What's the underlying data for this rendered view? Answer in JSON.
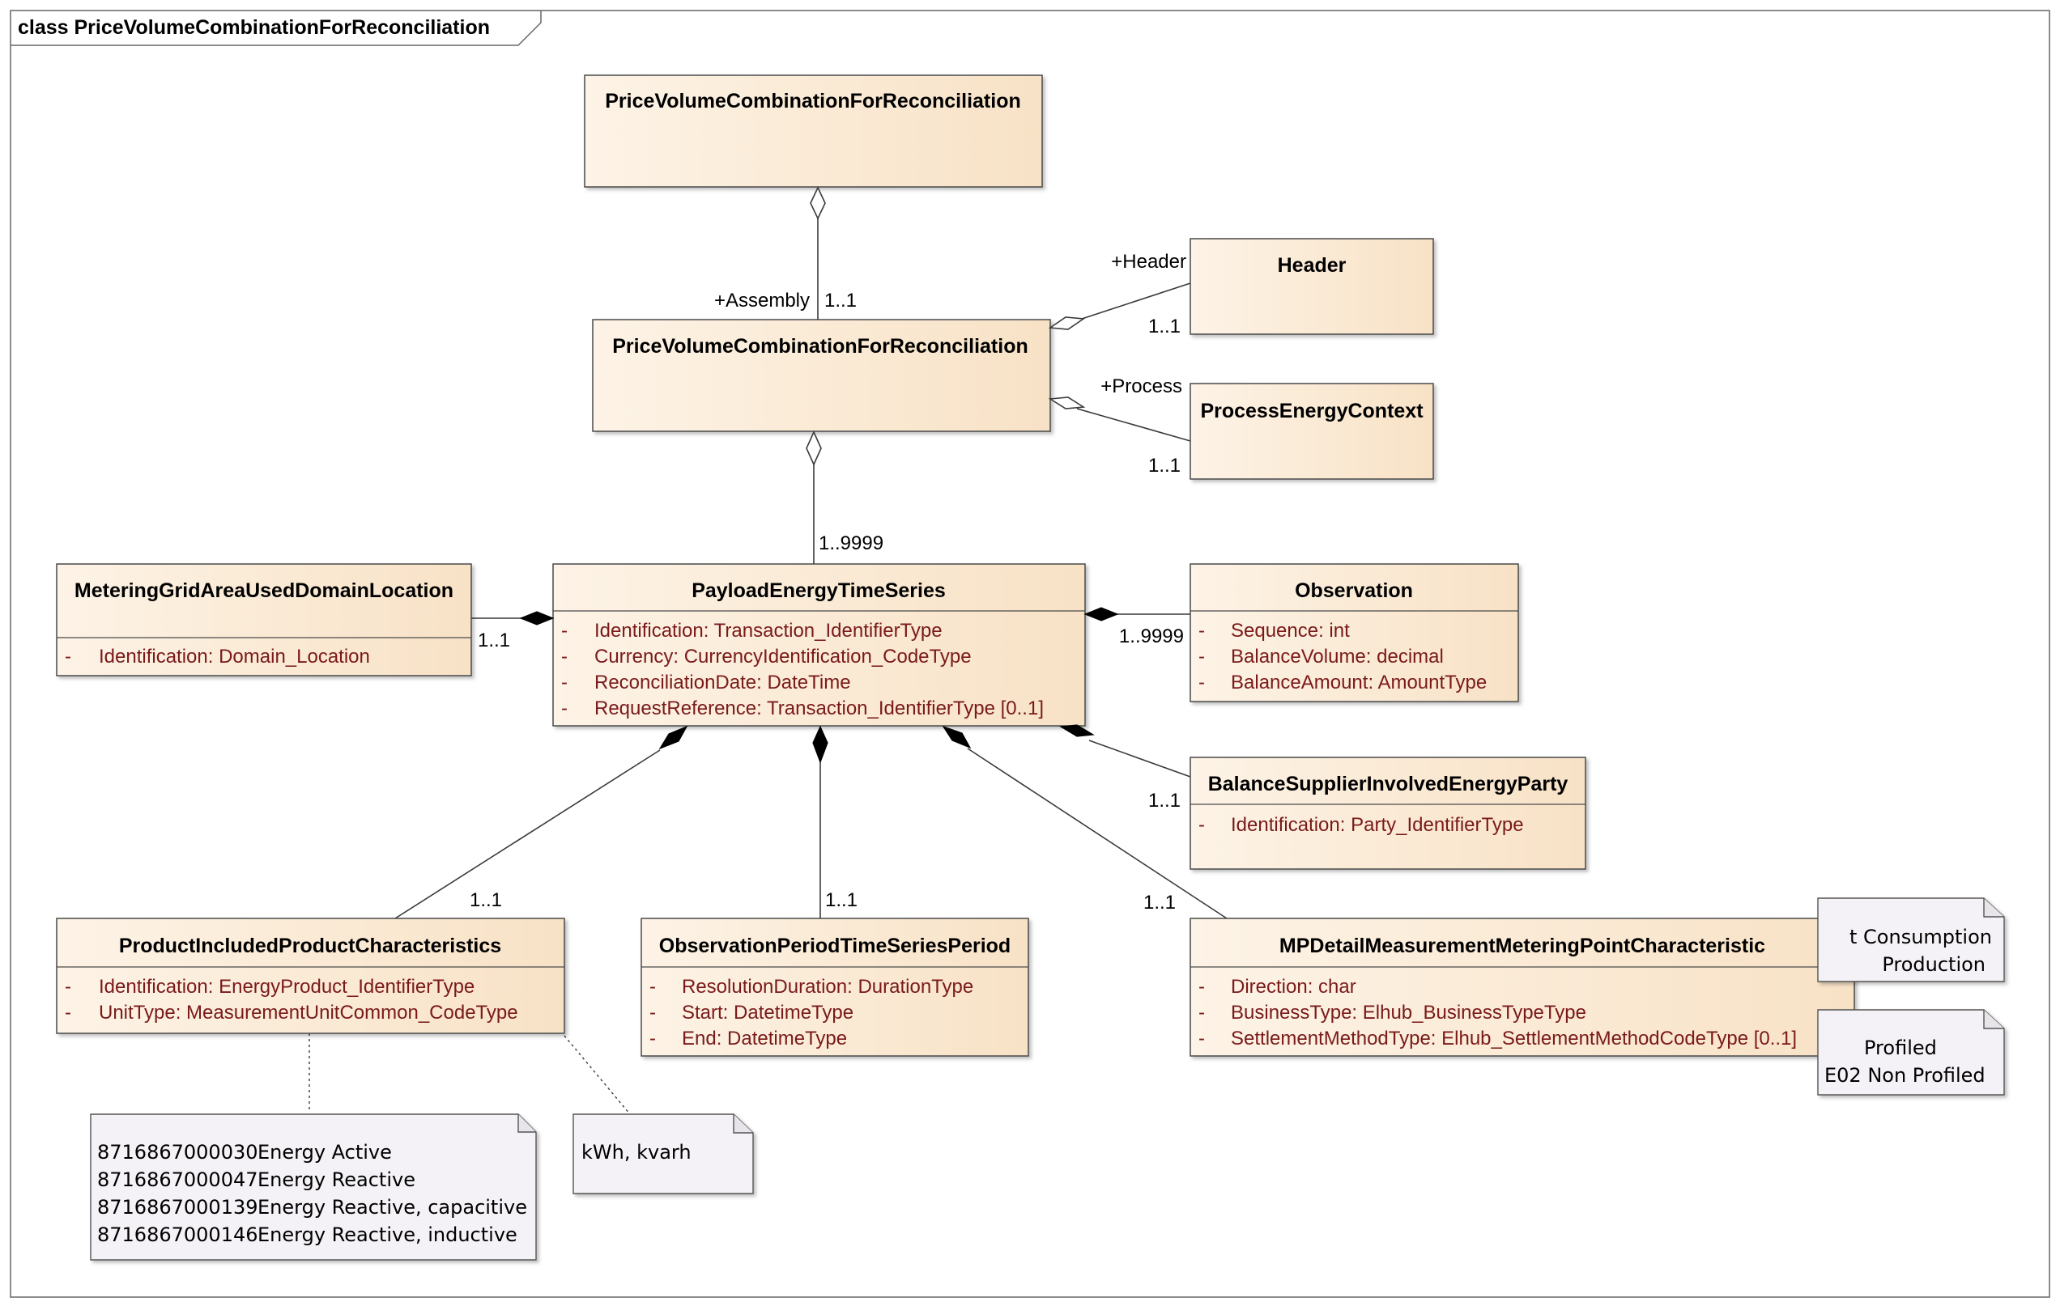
{
  "frame_title": "class PriceVolumeCombinationForReconciliation",
  "classes": {
    "root": {
      "name": "PriceVolumeCombinationForReconciliation"
    },
    "assembly": {
      "name": "PriceVolumeCombinationForReconciliation"
    },
    "header": {
      "name": "Header"
    },
    "process": {
      "name": "ProcessEnergyContext"
    },
    "metering": {
      "name": "MeteringGridAreaUsedDomainLocation",
      "attributes": [
        "Identification: Domain_Location"
      ]
    },
    "payload": {
      "name": "PayloadEnergyTimeSeries",
      "attributes": [
        "Identification: Transaction_IdentifierType",
        "Currency: CurrencyIdentification_CodeType",
        "ReconciliationDate: DateTime",
        "RequestReference: Transaction_IdentifierType [0..1]"
      ]
    },
    "observation": {
      "name": "Observation",
      "attributes": [
        "Sequence: int",
        "BalanceVolume: decimal",
        "BalanceAmount: AmountType"
      ]
    },
    "supplier": {
      "name": "BalanceSupplierInvolvedEnergyParty",
      "attributes": [
        "Identification: Party_IdentifierType"
      ]
    },
    "product": {
      "name": "ProductIncludedProductCharacteristics",
      "attributes": [
        "Identification: EnergyProduct_IdentifierType",
        "UnitType: MeasurementUnitCommon_CodeType"
      ]
    },
    "period": {
      "name": "ObservationPeriodTimeSeriesPeriod",
      "attributes": [
        "ResolutionDuration: DurationType",
        "Start: DatetimeType",
        "End: DatetimeType"
      ]
    },
    "mpdetail": {
      "name": "MPDetailMeasurementMeteringPointCharacteristic",
      "attributes": [
        "Direction: char",
        "BusinessType: Elhub_BusinessTypeType",
        "SettlementMethodType: Elhub_SettlementMethodCodeType [0..1]"
      ]
    }
  },
  "attribute_marker": "-",
  "roles": {
    "assembly": "+Assembly",
    "header": "+Header",
    "process": "+Process"
  },
  "multiplicities": {
    "assembly": "1..1",
    "header": "1..1",
    "process": "1..1",
    "payload": "1..9999",
    "metering": "1..1",
    "observation": "1..9999",
    "supplier": "1..1",
    "product": "1..1",
    "period": "1..1",
    "mpdetail": "1..1"
  },
  "notes": {
    "product_codes": [
      [
        "8716867000030",
        "Energy Active"
      ],
      [
        "8716867000047",
        "Energy Reactive"
      ],
      [
        "8716867000139",
        "Energy Reactive, capacitive"
      ],
      [
        "8716867000146",
        "Energy Reactive, inductive"
      ]
    ],
    "units": "kWh, kvarh",
    "direction": [
      "t Consumption",
      "Production"
    ],
    "settlement": [
      "Profiled",
      "E02 Non Profiled"
    ]
  },
  "colors": {
    "class_fill_light": "#fdf3e6",
    "class_fill_dark": "#f8e2c6",
    "attribute_text": "#7a1a1a",
    "note_fill": "#f4f2f6"
  }
}
